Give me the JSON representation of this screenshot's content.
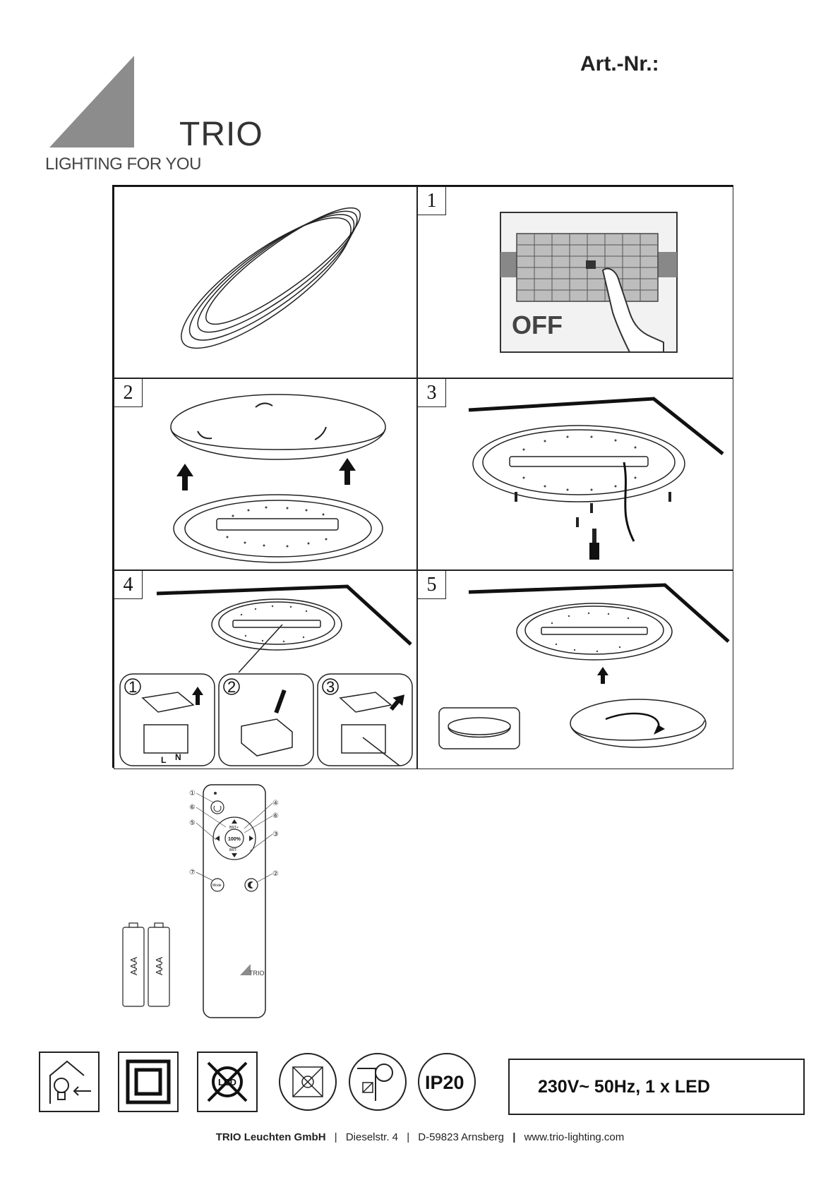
{
  "logo": {
    "name": "TRIO",
    "tagline": "LIGHTING FOR YOU"
  },
  "article": {
    "label": "Art.-Nr.:"
  },
  "steps": [
    {
      "id": "overview",
      "number": ""
    },
    {
      "id": "step-1",
      "number": "1",
      "caption": "OFF"
    },
    {
      "id": "step-2",
      "number": "2"
    },
    {
      "id": "step-3",
      "number": "3"
    },
    {
      "id": "step-4",
      "number": "4",
      "sub_steps": [
        "1",
        "2",
        "3"
      ],
      "terminals": [
        "L",
        "N"
      ]
    },
    {
      "id": "step-5",
      "number": "5"
    }
  ],
  "remote": {
    "button_labels": {
      "center": "100%",
      "mode": "Mode",
      "up": "BRT+",
      "down": "BRT-"
    },
    "callouts": [
      "①",
      "②",
      "③",
      "④",
      "⑤",
      "⑥",
      "⑦"
    ],
    "batteries": [
      "AAA",
      "AAA"
    ],
    "logo_text": "TRIO"
  },
  "symbols": [
    "indoor-use",
    "protection-class-2",
    "led-not-replaceable",
    "not-dimmable",
    "not-for-insulation",
    "IP20"
  ],
  "symbol_ip": "IP20",
  "spec": {
    "text": "230V~ 50Hz, 1 x LED"
  },
  "footer": {
    "company": "TRIO Leuchten GmbH",
    "street": "Dieselstr. 4",
    "city": "D-59823 Arnsberg",
    "url": "www.trio-lighting.com"
  }
}
